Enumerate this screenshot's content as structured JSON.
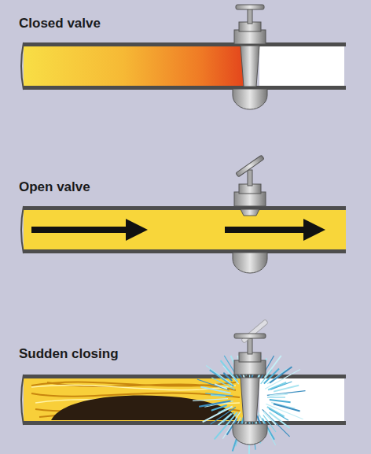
{
  "diagram": {
    "labels": [
      "Closed valve",
      "Open valve",
      "Sudden closing"
    ]
  }
}
